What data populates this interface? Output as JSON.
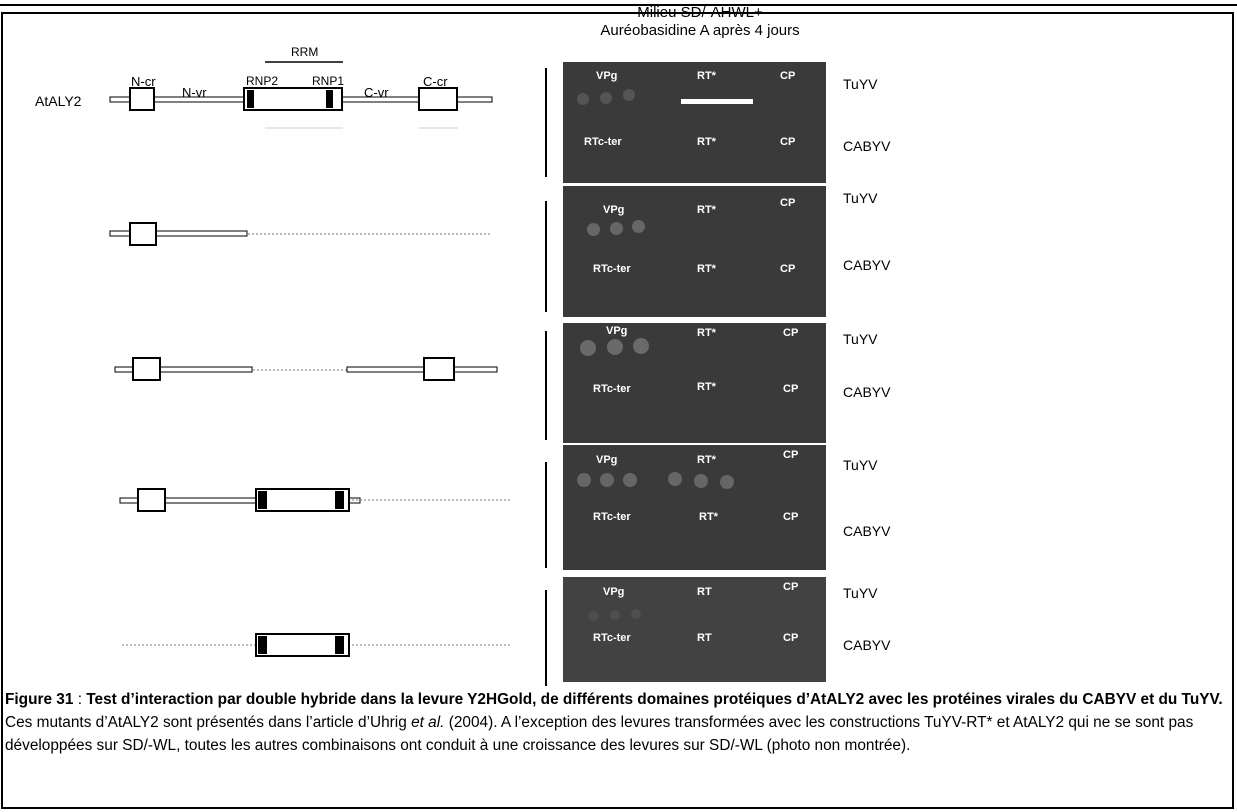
{
  "medium": {
    "line1": "Milieu SD/-AHWL+",
    "line2": "Auréobasidine A après 4 jours"
  },
  "construct_labels": {
    "name": "AtALY2",
    "rrm": "RRM",
    "rnp2": "RNP2",
    "rnp1": "RNP1",
    "ncr": "N-cr",
    "nvr": "N-vr",
    "cvr": "C-vr",
    "ccr": "C-cr"
  },
  "plates": [
    {
      "row1": {
        "a": "VPg",
        "b": "RT*",
        "c": "CP"
      },
      "row2": {
        "a": "RTc-ter",
        "b": "RT*",
        "c": "CP"
      }
    },
    {
      "row1": {
        "a": "VPg",
        "b": "RT*",
        "c": "CP"
      },
      "row2": {
        "a": "RTc-ter",
        "b": "RT*",
        "c": "CP"
      }
    },
    {
      "row1": {
        "a": "VPg",
        "b": "RT*",
        "c": "CP"
      },
      "row2": {
        "a": "RTc-ter",
        "b": "RT*",
        "c": "CP"
      }
    },
    {
      "row1": {
        "a": "VPg",
        "b": "RT*",
        "c": "CP"
      },
      "row2": {
        "a": "RTc-ter",
        "b": "RT*",
        "c": "CP"
      }
    },
    {
      "row1": {
        "a": "VPg",
        "b": "RT",
        "c": "CP"
      },
      "row2": {
        "a": "RTc-ter",
        "b": "RT",
        "c": "CP"
      }
    }
  ],
  "viruses": [
    "TuYV",
    "CABYV"
  ],
  "caption": {
    "fig": "Figure 31",
    "sep": " : ",
    "title": "Test d’interaction par double hybride dans la levure Y2HGold, de différents domaines protéiques d’AtALY2 avec les protéines virales du CABYV et du TuYV.",
    "t1": " Ces mutants d’AtALY2 sont présentés dans l’article d’Uhrig ",
    "etal": "et al.",
    "t2": " (2004). A l’exception des levures transformées avec les constructions TuYV-RT* et AtALY2 qui ne se sont pas développées sur SD/-WL, toutes les autres combinaisons  ont conduit à une croissance des levures sur SD/-WL (photo non montrée)."
  }
}
